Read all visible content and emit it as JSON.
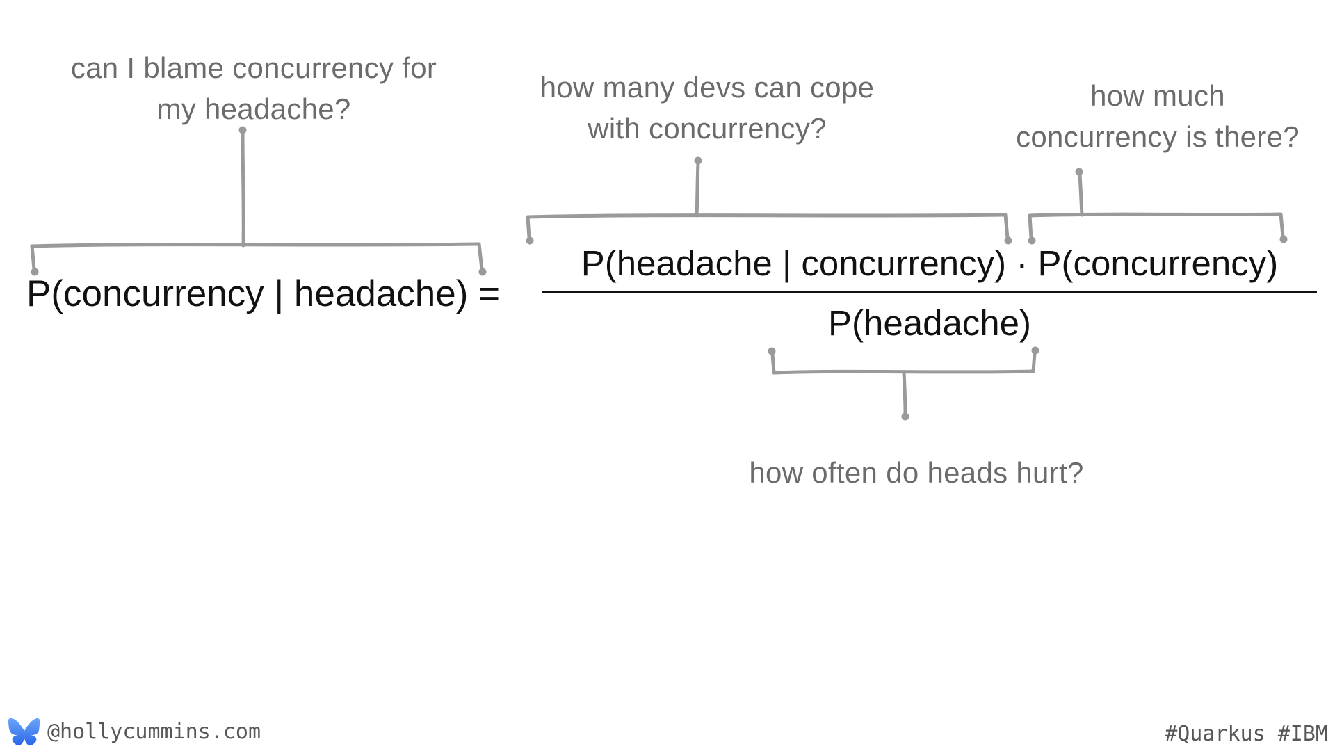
{
  "colors": {
    "background": "#ffffff",
    "annotation_text": "#6b6b6b",
    "connector": "#9a9a9a",
    "equation_text": "#111111",
    "footer_text": "#575757",
    "butterfly_blue_light": "#6ba6f9",
    "butterfly_blue_dark": "#2a66e8"
  },
  "annotations": {
    "blame": {
      "line1": "can I blame concurrency for",
      "line2": "my headache?"
    },
    "devs_cope": {
      "line1": "how many devs can cope",
      "line2": "with concurrency?"
    },
    "how_much": {
      "line1": "how much",
      "line2": "concurrency is there?"
    },
    "heads_hurt": {
      "line1": "how often do heads hurt?"
    }
  },
  "equation": {
    "lhs": "P(concurrency | headache)",
    "equals": "=",
    "numerator": "P(headache | concurrency) · P(concurrency)",
    "denominator": "P(headache)"
  },
  "footer": {
    "handle": "@hollycummins.com",
    "hashtags": "#Quarkus #IBM",
    "icon": "bluesky-butterfly-icon"
  }
}
